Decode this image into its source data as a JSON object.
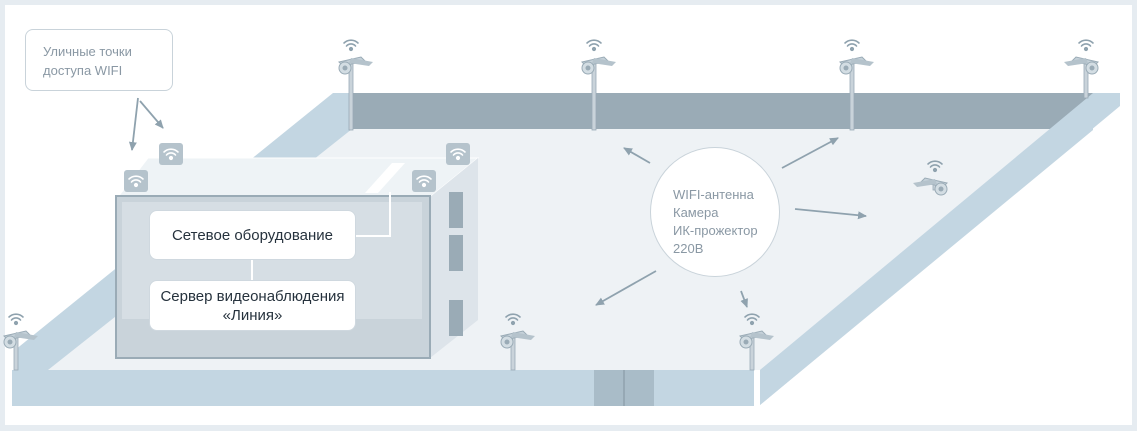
{
  "callout": {
    "line1": "Уличные точки",
    "line2": "доступа WIFI"
  },
  "building": {
    "network_label": "Сетевое оборудование",
    "server_line1": "Сервер видеонаблюдения",
    "server_line2": "«Линия»"
  },
  "legend_circle": {
    "line1": "WIFI-антенна",
    "line2": "Камера",
    "line3": "ИК-прожектор",
    "line4": "220В"
  },
  "icons": {
    "wifi_access_point": "wifi-icon",
    "camera_pole": "camera-pole-icon"
  },
  "colors": {
    "background": "#e6ecf1",
    "ground": "#eef2f5",
    "fence_front": "#c3d6e2",
    "fence_back": "#9aabb6",
    "building_front": "#c9d3da",
    "building_side": "#dde4ea",
    "text": "#26323d",
    "muted_text": "#8a98a4",
    "arrow": "#8fa2ae"
  }
}
